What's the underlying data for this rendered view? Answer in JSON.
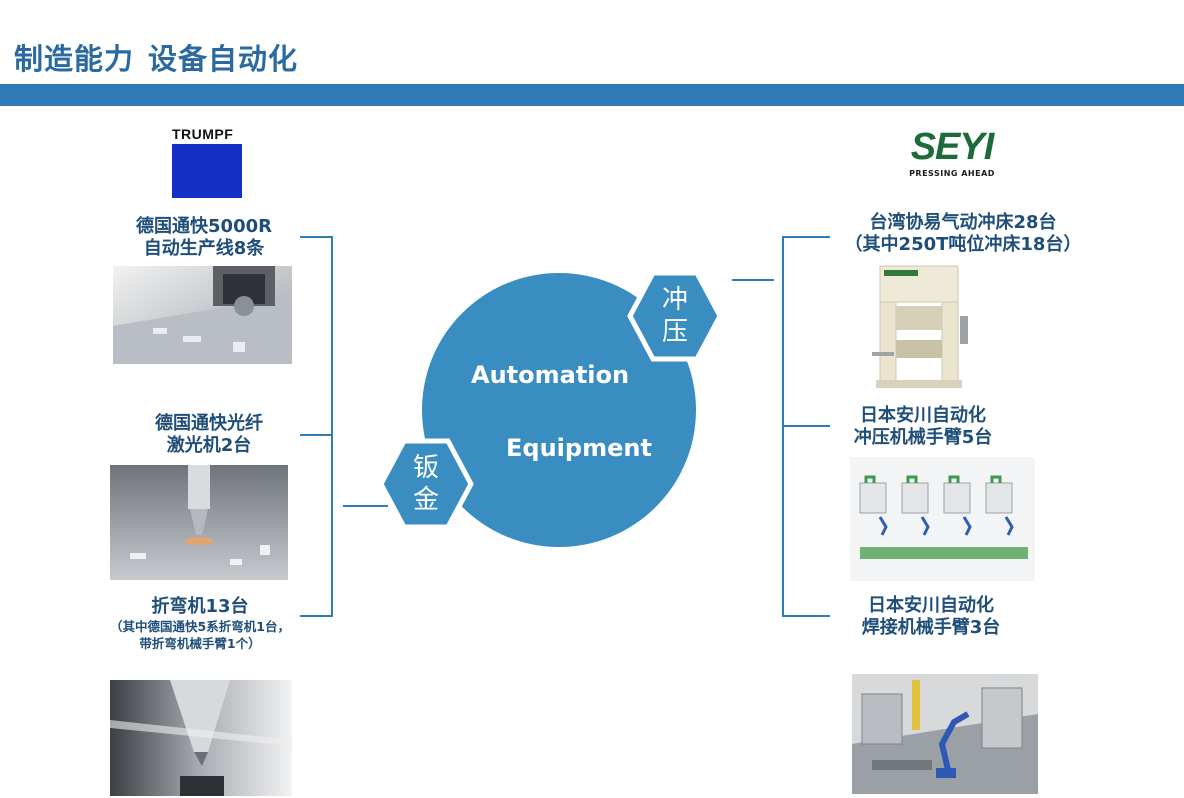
{
  "header": {
    "title": "制造能力",
    "subtitle": "设备自动化"
  },
  "colors": {
    "brand_blue": "#2e7bb5",
    "circle_blue": "#3a8dc0",
    "text_blue": "#1f4e79",
    "trumpf_blue": "#1431c6",
    "seyi_green": "#1d6b3a"
  },
  "logos": {
    "trumpf": {
      "word": "TRUMPF"
    },
    "seyi": {
      "word": "SEYI",
      "tagline": "PRESSING AHEAD"
    }
  },
  "center": {
    "line1": "Automation",
    "line2": "Equipment"
  },
  "hex_left": {
    "char1": "钣",
    "char2": "金"
  },
  "hex_right": {
    "char1": "冲",
    "char2": "压"
  },
  "left_items": [
    {
      "line1": "德国通快5000R",
      "line2": "自动生产线8条",
      "image": "turret-punch-photo"
    },
    {
      "line1": "德国通快光纤",
      "line2": "激光机2台",
      "image": "fiber-laser-photo"
    },
    {
      "line1": "折弯机13台",
      "note1": "（其中德国通快5系折弯机1台，",
      "note2": "带折弯机械手臂1个）",
      "image": "press-brake-photo"
    }
  ],
  "right_items": [
    {
      "line1": "台湾协易气动冲床28台",
      "line2": "（其中250T吨位冲床18台）",
      "image": "pneumatic-press-photo"
    },
    {
      "line1": "日本安川自动化",
      "line2": "冲压机械手臂5台",
      "image": "press-robot-line-photo"
    },
    {
      "line1": "日本安川自动化",
      "line2": "焊接机械手臂3台",
      "image": "welding-robot-photo"
    }
  ]
}
